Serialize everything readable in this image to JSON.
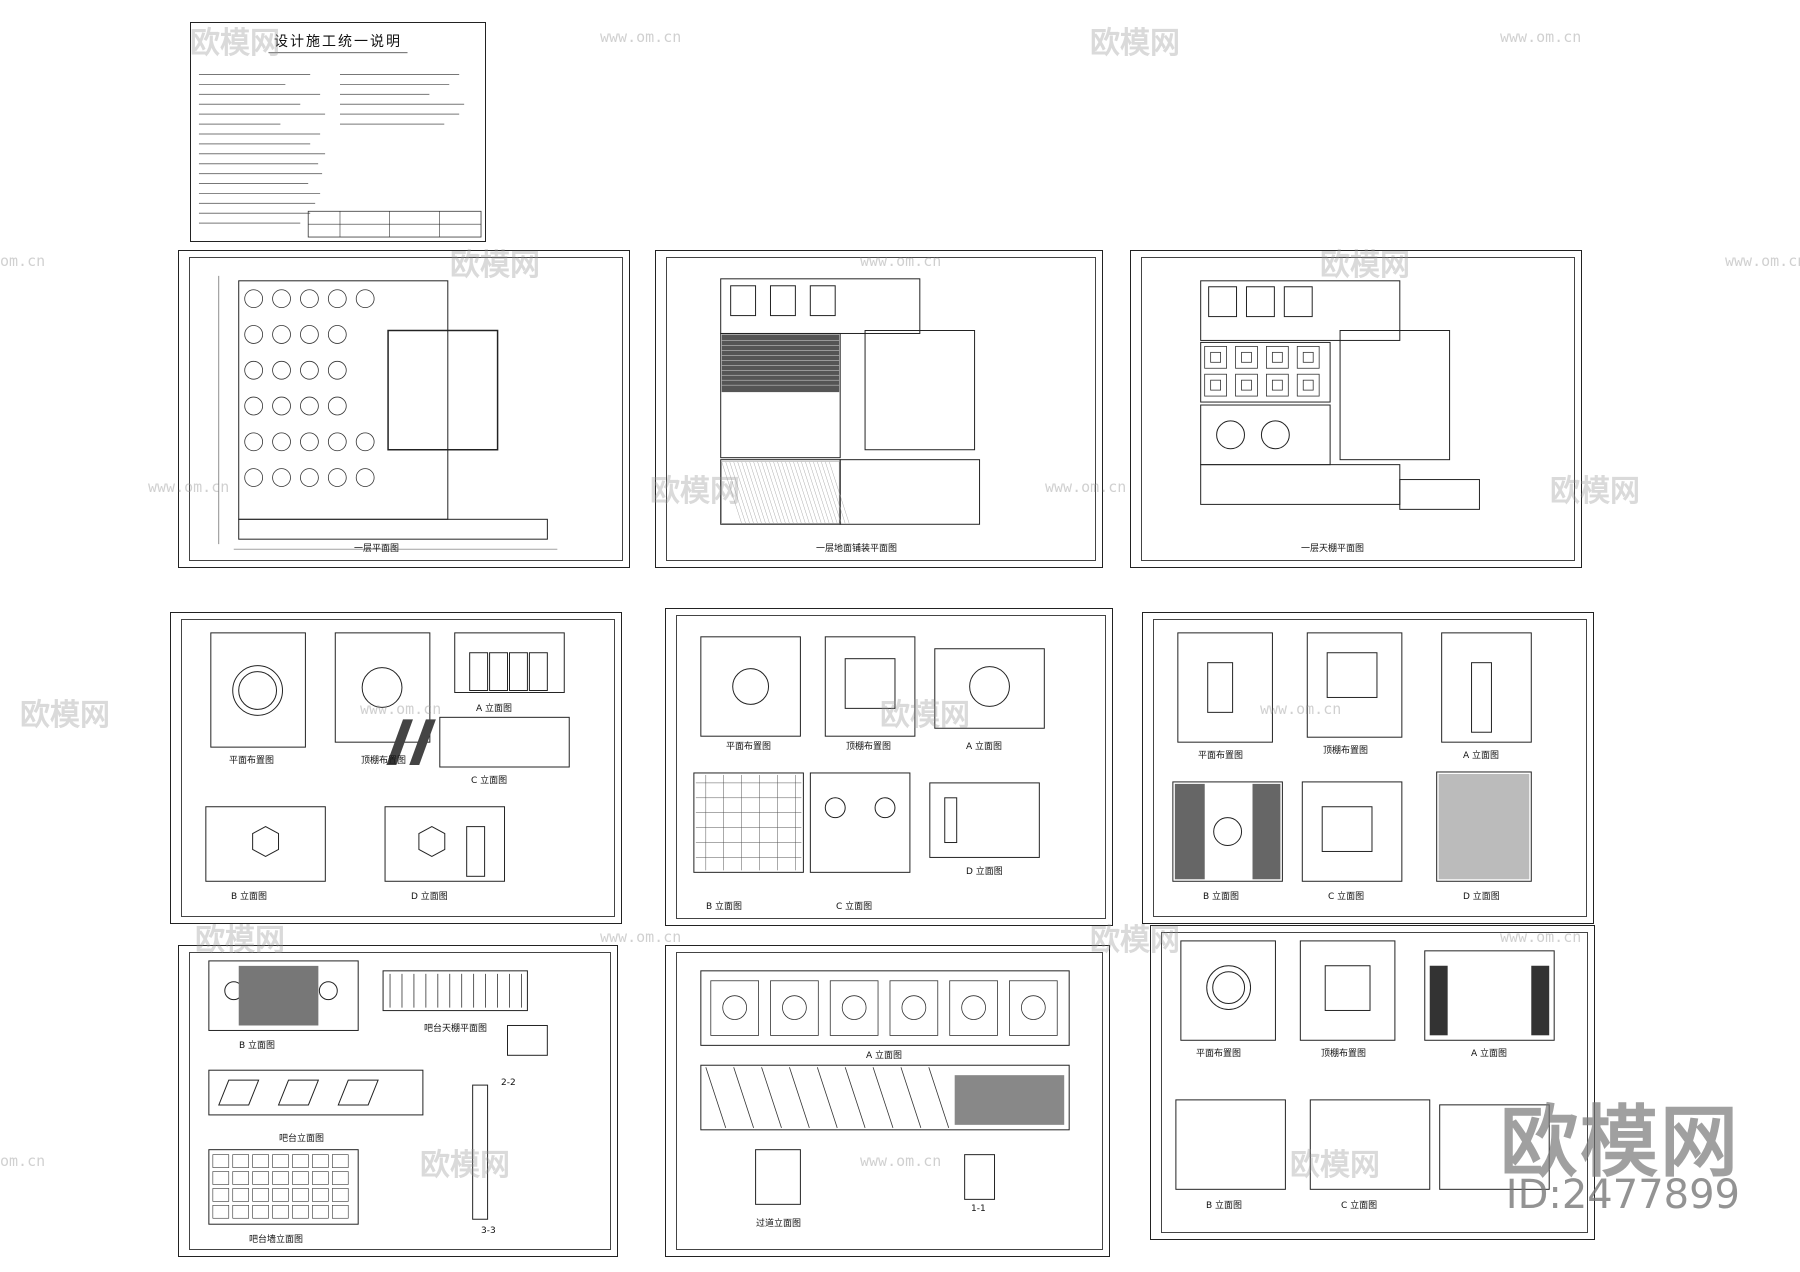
{
  "notes_sheet": {
    "title": "设计施工统一说明"
  },
  "sheets": [
    {
      "caption": "一层平面图"
    },
    {
      "caption": "一层地面铺装平面图"
    },
    {
      "caption": "一层天棚平面图"
    },
    {
      "caption_a": "平面布置图",
      "caption_b": "顶棚布置图",
      "caption_c": "A 立面图",
      "caption_d": "C 立面图",
      "caption_e": "B 立面图",
      "caption_f": "D 立面图"
    },
    {
      "caption_a": "平面布置图",
      "caption_b": "顶棚布置图",
      "caption_c": "A 立面图",
      "caption_d": "B 立面图",
      "caption_e": "C 立面图",
      "caption_f": "D 立面图"
    },
    {
      "caption_a": "平面布置图",
      "caption_b": "顶棚布置图",
      "caption_c": "A 立面图",
      "caption_d": "B 立面图",
      "caption_e": "C 立面图",
      "caption_f": "D 立面图"
    },
    {
      "caption_a": "B 立面图",
      "caption_b": "吧台天棚平面图",
      "caption_c": "吧台立面图",
      "caption_d": "2-2",
      "caption_e": "3-3",
      "caption_f": "吧台墙立面图"
    },
    {
      "caption_a": "A 立面图",
      "caption_b": "1-1",
      "caption_c": "过道立面图"
    },
    {
      "caption_a": "平面布置图",
      "caption_b": "顶棚布置图",
      "caption_c": "A 立面图",
      "caption_d": "B 立面图",
      "caption_e": "C 立面图"
    }
  ],
  "watermark": {
    "brand": "欧模网",
    "url": "www.om.cn",
    "url_short": "om.cn",
    "id": "ID:2477899"
  }
}
